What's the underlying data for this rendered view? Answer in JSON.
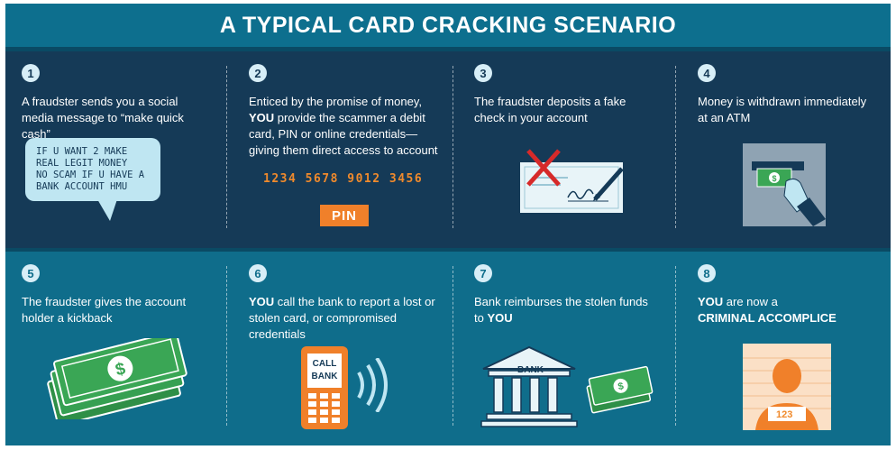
{
  "title": "A TYPICAL CARD CRACKING SCENARIO",
  "colors": {
    "dark_navy": "#153a57",
    "teal": "#0f6d8b",
    "orange": "#f0802a",
    "money_green": "#3aa655",
    "light_blue": "#bfe6f2"
  },
  "steps": [
    {
      "number": "1",
      "text": "A fraudster sends you a social media message  to “make quick cash”",
      "bubble": [
        "IF U WANT 2 MAKE",
        "REAL LEGIT MONEY",
        "NO SCAM IF U HAVE A",
        "BANK ACCOUNT HMU"
      ],
      "icon": "speech-bubble-icon"
    },
    {
      "number": "2",
      "text_before": "Enticed by the promise of money, ",
      "highlight": "YOU",
      "text_after": " provide the scammer a debit card, PIN or online credentials—giving them direct access to account",
      "card_number": "1234  5678  9012  3456",
      "pin_label": "PIN"
    },
    {
      "number": "3",
      "text": "The fraudster deposits a fake check in your account",
      "icon": "fake-check-icon"
    },
    {
      "number": "4",
      "text": "Money is withdrawn immediately at an ATM",
      "icon": "atm-withdrawal-icon"
    },
    {
      "number": "5",
      "text": "The fraudster gives the account holder a kickback",
      "icon": "cash-stack-icon"
    },
    {
      "number": "6",
      "highlight": "YOU",
      "text_after": " call the bank to report a lost or stolen card, or compromised credentials",
      "phone_label_1": "CALL",
      "phone_label_2": "BANK",
      "icon": "phone-icon"
    },
    {
      "number": "7",
      "text_before": "Bank reimburses the stolen funds to ",
      "highlight": "YOU",
      "bank_label": "BANK",
      "icon": "bank-building-icon"
    },
    {
      "number": "8",
      "highlight": "YOU",
      "text_after": " are now a",
      "emphasis": "CRIMINAL ACCOMPLICE",
      "mugshot_number": "123",
      "icon": "mugshot-icon"
    }
  ]
}
